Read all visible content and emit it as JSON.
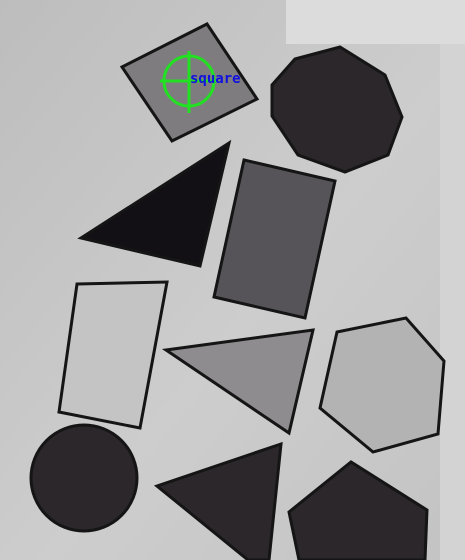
{
  "detection": {
    "label": "square",
    "label_color": "#1010e0",
    "crosshair_color": "#22e022"
  },
  "colors": {
    "paper": "#cacaca",
    "paper_light": "#dedede",
    "outline": "#151515",
    "dark_fill": "#2b272b",
    "black_fill": "#121014",
    "mid_fill": "#565458",
    "grey_fill": "#8e8c8e",
    "light_fill": "#c4c4c4",
    "hex_fill": "#b3b3b3",
    "square_fill": "#7e7c7e"
  },
  "shapes": [
    {
      "name": "square",
      "fill": "square_fill"
    },
    {
      "name": "octagon",
      "fill": "dark_fill"
    },
    {
      "name": "triangle-black",
      "fill": "black_fill"
    },
    {
      "name": "rectangle",
      "fill": "mid_fill"
    },
    {
      "name": "quadrilateral",
      "fill": "light_fill"
    },
    {
      "name": "triangle-grey",
      "fill": "grey_fill"
    },
    {
      "name": "hexagon",
      "fill": "hex_fill"
    },
    {
      "name": "circle",
      "fill": "dark_fill"
    },
    {
      "name": "triangle-dark",
      "fill": "dark_fill"
    },
    {
      "name": "pentagon",
      "fill": "dark_fill"
    }
  ]
}
